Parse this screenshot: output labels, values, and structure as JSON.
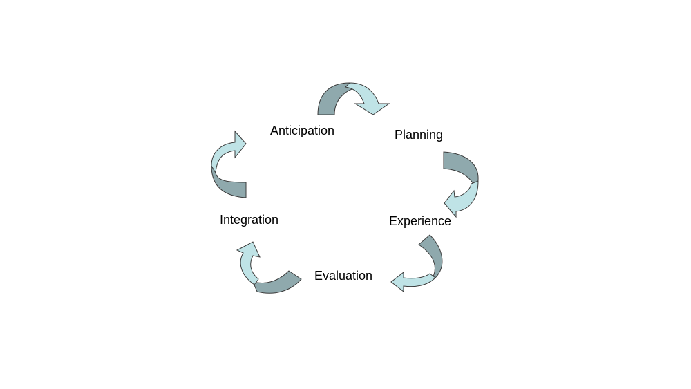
{
  "diagram": {
    "type": "cycle",
    "stages": [
      {
        "label": "Anticipation"
      },
      {
        "label": "Planning"
      },
      {
        "label": "Experience"
      },
      {
        "label": "Evaluation"
      },
      {
        "label": "Integration"
      }
    ],
    "colors": {
      "arrow_dark": "#8fa9ad",
      "arrow_light": "#bfe3e6",
      "arrow_stroke": "#3a3a3a",
      "text": "#000000",
      "background": "#ffffff"
    }
  }
}
